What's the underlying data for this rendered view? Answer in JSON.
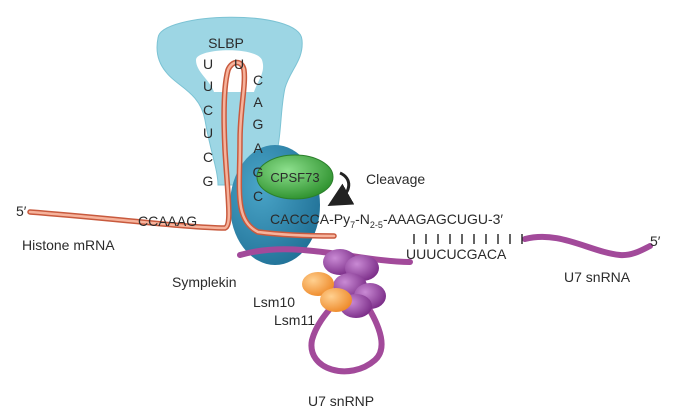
{
  "labels": {
    "slbp": "SLBP",
    "cpsf73": "CPSF73",
    "cleavage": "Cleavage",
    "five_prime_left": "5′",
    "ccaaag": "CCAAAG",
    "histone_mrna": "Histone mRNA",
    "symplekin": "Symplekin",
    "lsm10": "Lsm10",
    "lsm11": "Lsm11",
    "u7_snrnp": "U7 snRNP",
    "u7_snrna": "U7 snRNA",
    "five_prime_right": "5′",
    "bottom_strand": "UUUCUCGACA"
  },
  "downstream_sequence": {
    "start": "CACCCA-Py",
    "sub1": "7",
    "mid": "-N",
    "sub2": "2-5",
    "end": "-AAAGAGCUGU-3′"
  },
  "stem_loop": {
    "left_strand": [
      "U",
      "U",
      "C",
      "U",
      "C",
      "G"
    ],
    "right_strand": [
      "U",
      "C",
      "A",
      "G",
      "A",
      "G",
      "C"
    ]
  },
  "colors": {
    "slbp": "#8fd0df",
    "symplekin": "#2a7fa6",
    "cpsf73": "#3aa53a",
    "mrna": "#f08a6a",
    "u7": "#a24a9a",
    "lsm_purple": "#8a3a96",
    "lsm_orange": "#f4a040"
  }
}
